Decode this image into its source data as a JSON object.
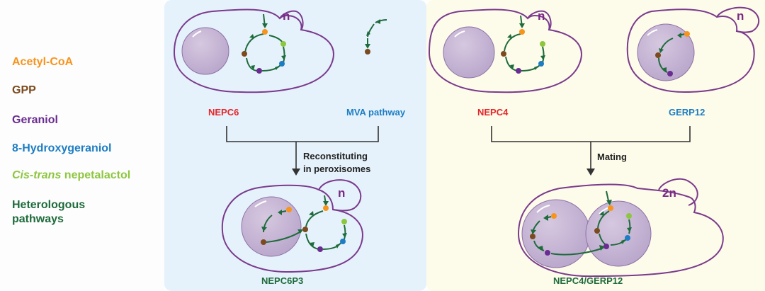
{
  "legend": {
    "acetyl_coa": "Acetyl-CoA",
    "gpp": "GPP",
    "geraniol": "Geraniol",
    "hydroxygeraniol": "8-Hydroxygeraniol",
    "nepetalactol_italic": "Cis-trans",
    "nepetalactol_rest": " nepetalactol",
    "heterologous_line1": "Heterologous",
    "heterologous_line2": "pathways"
  },
  "labels": {
    "nepc6": "NEPC6",
    "mva": "MVA pathway",
    "reconstituting_line1": "Reconstituting",
    "reconstituting_line2": "in peroxisomes",
    "nepc6p3": "NEPC6P3",
    "nepc4": "NEPC4",
    "gerp12": "GERP12",
    "mating": "Mating",
    "nepc4_gerp12": "NEPC4/GERP12"
  },
  "ploidy": {
    "haploid": "n",
    "diploid": "2n"
  },
  "colors": {
    "acetyl_coa": "#f7941d",
    "gpp": "#7b4a1e",
    "geraniol": "#6a2c91",
    "hydroxygeraniol": "#1c7dc4",
    "nepetalactol": "#8dc63f",
    "pathway": "#1e6b3c",
    "strain_red": "#e4262b",
    "strain_blue": "#1c7dc4",
    "ploidy": "#7a2a86",
    "cell_outline": "#7a3a8d",
    "vacuole": "#c6b4d4"
  }
}
